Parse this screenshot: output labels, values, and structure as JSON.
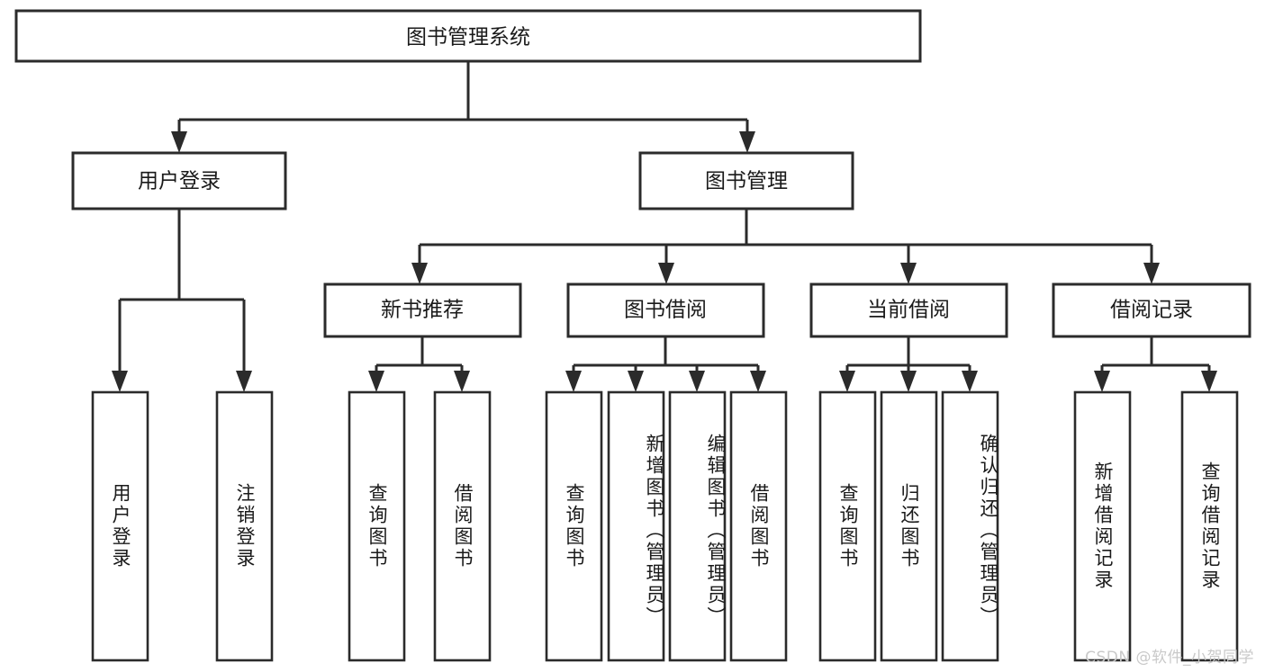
{
  "diagram": {
    "title": "图书管理系统",
    "type": "hierarchy-tree",
    "root": {
      "id": "root",
      "label": "图书管理系统"
    },
    "level2": [
      {
        "id": "user-login",
        "label": "用户登录"
      },
      {
        "id": "book-manage",
        "label": "图书管理"
      }
    ],
    "level3": [
      {
        "id": "new-book-rec",
        "label": "新书推荐",
        "parent": "book-manage"
      },
      {
        "id": "book-borrow",
        "label": "图书借阅",
        "parent": "book-manage"
      },
      {
        "id": "current-borrow",
        "label": "当前借阅",
        "parent": "book-manage"
      },
      {
        "id": "borrow-record",
        "label": "借阅记录",
        "parent": "book-manage"
      }
    ],
    "leaves": [
      {
        "id": "leaf-user-login",
        "label": "用户登录",
        "parent": "user-login"
      },
      {
        "id": "leaf-logout",
        "label": "注销登录",
        "parent": "user-login"
      },
      {
        "id": "leaf-query-book-1",
        "label": "查询图书",
        "parent": "new-book-rec"
      },
      {
        "id": "leaf-borrow-book-1",
        "label": "借阅图书",
        "parent": "new-book-rec"
      },
      {
        "id": "leaf-query-book-2",
        "label": "查询图书",
        "parent": "book-borrow"
      },
      {
        "id": "leaf-add-book",
        "label": "新增图书（管理员）",
        "parent": "book-borrow"
      },
      {
        "id": "leaf-edit-book",
        "label": "编辑图书（管理员）",
        "parent": "book-borrow"
      },
      {
        "id": "leaf-borrow-book-2",
        "label": "借阅图书",
        "parent": "book-borrow"
      },
      {
        "id": "leaf-query-book-3",
        "label": "查询图书",
        "parent": "current-borrow"
      },
      {
        "id": "leaf-return-book",
        "label": "归还图书",
        "parent": "current-borrow"
      },
      {
        "id": "leaf-confirm-return",
        "label": "确认归还（管理员）",
        "parent": "current-borrow"
      },
      {
        "id": "leaf-add-record",
        "label": "新增借阅记录",
        "parent": "borrow-record"
      },
      {
        "id": "leaf-query-record",
        "label": "查询借阅记录",
        "parent": "borrow-record"
      }
    ],
    "colors": {
      "stroke": "#2b2b2b",
      "fill": "#ffffff",
      "text": "#1a1a1a",
      "watermark": "#c9c9c9"
    }
  },
  "watermark": {
    "text": "CSDN @软件_小贺同学"
  }
}
